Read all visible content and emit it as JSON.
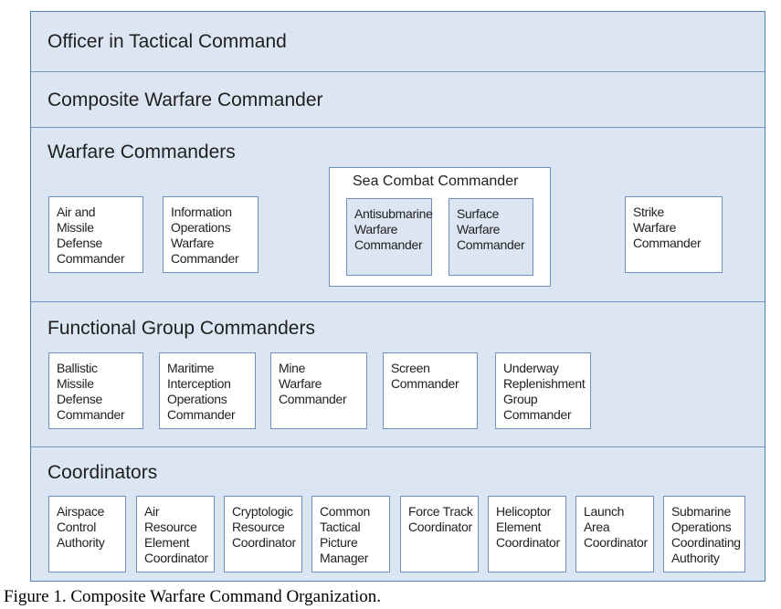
{
  "rows": {
    "otc": {
      "title": "Officer in Tactical Command"
    },
    "cwc": {
      "title": "Composite Warfare Commander"
    },
    "warfare": {
      "title": "Warfare Commanders",
      "boxes": {
        "amdc": [
          "Air and",
          "Missile",
          "Defense",
          "Commander"
        ],
        "iowc": [
          "Information",
          "Operations",
          "Warfare",
          "Commander"
        ],
        "strike": [
          "Strike",
          "Warfare",
          "Commander"
        ]
      },
      "sea_combat": {
        "title": "Sea Combat Commander",
        "boxes": {
          "asw": [
            "Antisubmarine",
            "Warfare",
            "Commander"
          ],
          "suw": [
            "Surface",
            "Warfare",
            "Commander"
          ]
        }
      }
    },
    "functional": {
      "title": "Functional Group Commanders",
      "boxes": {
        "bmd": [
          "Ballistic",
          "Missile",
          "Defense",
          "Commander"
        ],
        "mio": [
          "Maritime",
          "Interception",
          "Operations",
          "Commander"
        ],
        "mine": [
          "Mine",
          "Warfare",
          "Commander"
        ],
        "screen": [
          "Screen",
          "Commander"
        ],
        "urg": [
          "Underway",
          "Replenishment",
          "Group",
          "Commander"
        ]
      }
    },
    "coordinators": {
      "title": "Coordinators",
      "boxes": {
        "aca": [
          "Airspace",
          "Control",
          "Authority"
        ],
        "arec": [
          "Air",
          "Resource",
          "Element",
          "Coordinator"
        ],
        "crc": [
          "Cryptologic",
          "Resource",
          "Coordinator"
        ],
        "ctpm": [
          "Common",
          "Tactical",
          "Picture",
          "Manager"
        ],
        "ftc": [
          "Force Track",
          "Coordinator"
        ],
        "hec": [
          "Helicoptor",
          "Element",
          "Coordinator"
        ],
        "lac": [
          "Launch",
          "Area",
          "Coordinator"
        ],
        "soca": [
          "Submarine",
          "Operations",
          "Coordinating",
          "Authority"
        ]
      }
    }
  },
  "caption": "Figure 1. Composite Warfare Command Organization.",
  "colors": {
    "panel": "#dce6f2",
    "border": "#4f81bd",
    "box": "#ffffff"
  }
}
